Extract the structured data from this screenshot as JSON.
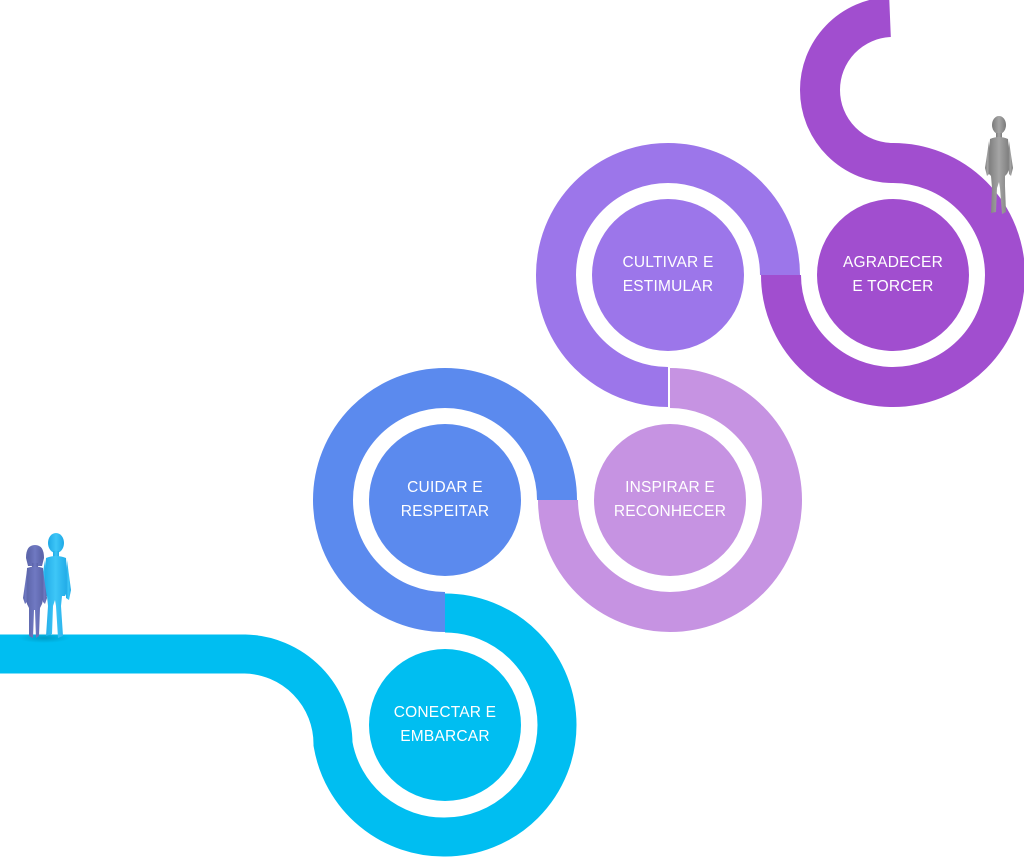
{
  "diagram": {
    "type": "journey-path",
    "steps": [
      {
        "id": "conectar",
        "line1": "CONECTAR E",
        "line2": "EMBARCAR",
        "color": "#00BEF1"
      },
      {
        "id": "cuidar",
        "line1": "CUIDAR E",
        "line2": "RESPEITAR",
        "color": "#5B8AEE"
      },
      {
        "id": "inspirar",
        "line1": "INSPIRAR E",
        "line2": "RECONHECER",
        "color": "#C693E2"
      },
      {
        "id": "cultivar",
        "line1": "CULTIVAR E",
        "line2": "ESTIMULAR",
        "color": "#9C76EA"
      },
      {
        "id": "agradecer",
        "line1": "AGRADECER",
        "line2": "E TORCER",
        "color": "#A14ECF"
      }
    ],
    "figures": [
      {
        "id": "start-couple",
        "description": "two 3D people standing at path start",
        "colors": [
          "#6670B8",
          "#29B8F0"
        ]
      },
      {
        "id": "end-person",
        "description": "single grey 3D person at path end",
        "colors": [
          "#8C8C8C"
        ]
      }
    ]
  }
}
